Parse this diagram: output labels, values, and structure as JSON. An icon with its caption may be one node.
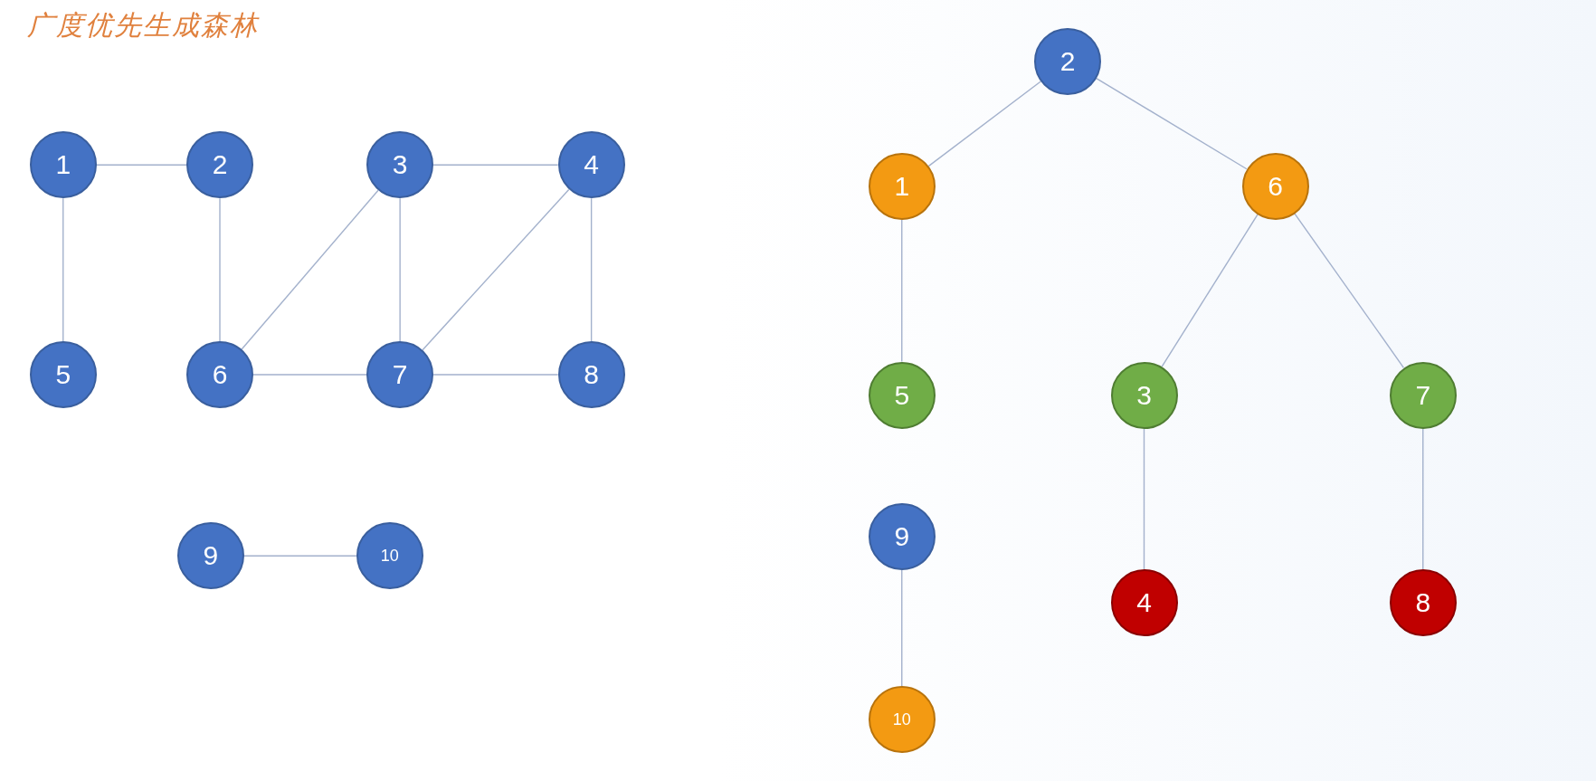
{
  "diagram": {
    "title": "广度优先生成森林",
    "nodes": [
      {
        "text": [
          "1"
        ]
      },
      {
        "text": [
          "2"
        ]
      },
      {
        "text": [
          "3"
        ]
      },
      {
        "text": [
          "4"
        ]
      },
      {
        "text": [
          "5"
        ]
      },
      {
        "text": [
          "6"
        ]
      },
      {
        "text": [
          "7"
        ]
      },
      {
        "text": [
          "8"
        ]
      },
      {
        "text": [
          "9"
        ]
      },
      {
        "text": [
          "10"
        ]
      },
      {
        "text": [
          "2"
        ]
      },
      {
        "text": [
          "1"
        ]
      },
      {
        "text": [
          "6"
        ]
      },
      {
        "text": [
          "5"
        ]
      },
      {
        "text": [
          "3"
        ]
      },
      {
        "text": [
          "7"
        ]
      },
      {
        "text": [
          "9"
        ]
      },
      {
        "text": [
          "4"
        ]
      },
      {
        "text": [
          "8"
        ]
      },
      {
        "text": [
          "10"
        ]
      }
    ],
    "edges": [
      {
        "from": 0,
        "to": 1,
        "arrow": "none"
      },
      {
        "from": 0,
        "to": 4,
        "arrow": "none"
      },
      {
        "from": 1,
        "to": 5,
        "arrow": "none"
      },
      {
        "from": 2,
        "to": 3,
        "arrow": "none"
      },
      {
        "from": 2,
        "to": 5,
        "arrow": "none"
      },
      {
        "from": 2,
        "to": 6,
        "arrow": "none"
      },
      {
        "from": 3,
        "to": 6,
        "arrow": "none"
      },
      {
        "from": 3,
        "to": 7,
        "arrow": "none"
      },
      {
        "from": 5,
        "to": 6,
        "arrow": "none"
      },
      {
        "from": 6,
        "to": 7,
        "arrow": "none"
      },
      {
        "from": 8,
        "to": 9,
        "arrow": "none"
      },
      {
        "from": 10,
        "to": 11,
        "arrow": "none"
      },
      {
        "from": 10,
        "to": 12,
        "arrow": "none"
      },
      {
        "from": 11,
        "to": 13,
        "arrow": "none"
      },
      {
        "from": 12,
        "to": 14,
        "arrow": "none"
      },
      {
        "from": 12,
        "to": 15,
        "arrow": "none"
      },
      {
        "from": 14,
        "to": 17,
        "arrow": "none"
      },
      {
        "from": 15,
        "to": 18,
        "arrow": "none"
      },
      {
        "from": 16,
        "to": 19,
        "arrow": "none"
      }
    ]
  }
}
